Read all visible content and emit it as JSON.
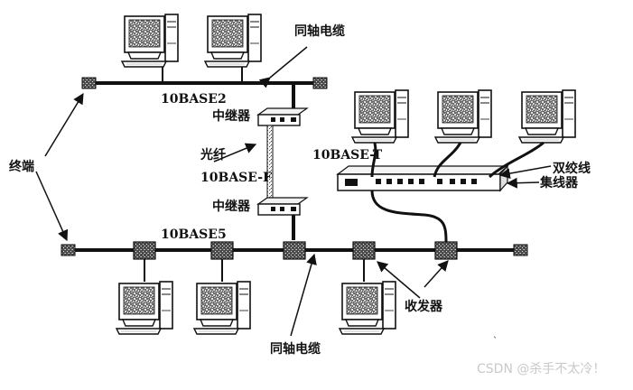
{
  "labels": {
    "coax_top": "同轴电缆",
    "tenbase2": "10BASE2",
    "repeater_top": "中继器",
    "fiber": "光纤",
    "tenbase_f": "10BASE-F",
    "repeater_bottom": "中继器",
    "tenbase_t": "10BASE-T",
    "twisted_pair": "双绞线",
    "hub": "集线器",
    "terminator": "终端",
    "tenbase5": "10BASE5",
    "transceiver": "收发器",
    "coax_bottom": "同轴电缆"
  },
  "watermark": "CSDN @杀手不太冷！"
}
